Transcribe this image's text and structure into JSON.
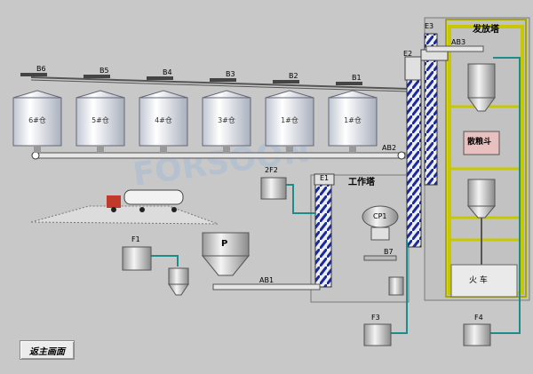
{
  "silos": [
    {
      "id": "6",
      "label": "6#仓",
      "belt": "B6"
    },
    {
      "id": "5",
      "label": "5#仓",
      "belt": "B5"
    },
    {
      "id": "4",
      "label": "4#仓",
      "belt": "B4"
    },
    {
      "id": "3",
      "label": "3#仓",
      "belt": "B3"
    },
    {
      "id": "2",
      "label": "1#仓",
      "belt": "B2"
    },
    {
      "id": "1",
      "label": "1#仓",
      "belt": "B1"
    }
  ],
  "labels": {
    "ab2": "AB2",
    "ab1": "AB1",
    "ab3": "AB3",
    "e1": "E1",
    "e2": "E2",
    "e3": "E3",
    "f1": "F1",
    "f3": "F3",
    "f4": "F4",
    "ff2": "2F2",
    "p": "P",
    "cp1": "CP1",
    "b7": "B7"
  },
  "work_tower": {
    "title": "工作塔"
  },
  "dispatch_tower": {
    "title": "发放塔",
    "bulk_label": "散粮斗",
    "train_label": "火  车"
  },
  "watermark": "FORSOON",
  "back_button": {
    "label": "返主画面"
  },
  "colors": {
    "frame": "#7a7a7a",
    "silo": "#f2f4f8",
    "silo_shade": "#b9c0cc",
    "belt": "#6a6a6a",
    "pipe": "#1f8c8c",
    "tower_yellow": "#b8b800",
    "tower_bg": "#c4c4c4",
    "elevator_blue": "#1a2a9c"
  }
}
